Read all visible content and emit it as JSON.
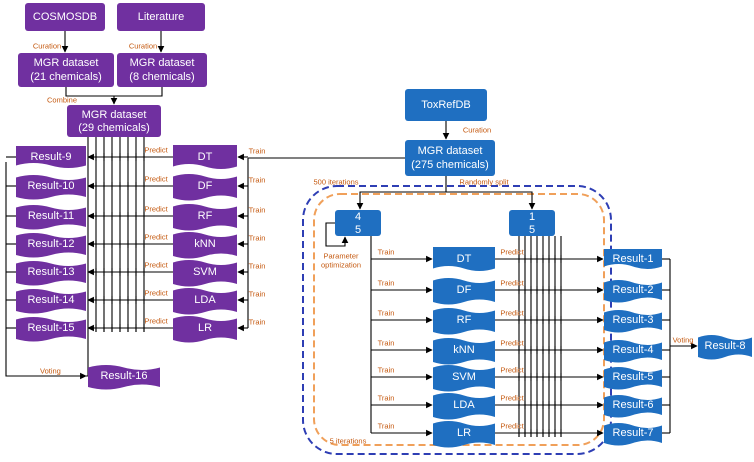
{
  "colors": {
    "purple": "#7030a0",
    "blue": "#1f6fc1",
    "edge_label": "#c55a11",
    "outer_loop": "#2e3eb4",
    "inner_loop": "#f0a05a",
    "line": "#000000"
  },
  "left": {
    "sources": [
      "COSMOSDB",
      "Literature"
    ],
    "curation": "Curation",
    "mgr21": [
      "MGR dataset",
      "(21 chemicals)"
    ],
    "mgr8": [
      "MGR dataset",
      "(8 chemicals)"
    ],
    "combine": "Combine",
    "mgr29": [
      "MGR dataset",
      "(29 chemicals)"
    ],
    "models": [
      "DT",
      "DF",
      "RF",
      "kNN",
      "SVM",
      "LDA",
      "LR"
    ],
    "results": [
      "Result-9",
      "Result-10",
      "Result-11",
      "Result-12",
      "Result-13",
      "Result-14",
      "Result-15"
    ],
    "predict": "Predict",
    "train": "Train",
    "voting": "Voting",
    "result16": "Result-16"
  },
  "right": {
    "source": "ToxRefDB",
    "curation": "Curation",
    "mgr275": [
      "MGR dataset",
      "(275 chemicals)"
    ],
    "iter500": "500 iterations",
    "randomly_split": "Randomly split",
    "frac_train": {
      "num": "4",
      "den": "5"
    },
    "frac_test": {
      "num": "1",
      "den": "5"
    },
    "param_opt": [
      "Parameter",
      "optimization"
    ],
    "models": [
      "DT",
      "DF",
      "RF",
      "kNN",
      "SVM",
      "LDA",
      "LR"
    ],
    "results": [
      "Result-1",
      "Result-2",
      "Result-3",
      "Result-4",
      "Result-5",
      "Result-6",
      "Result-7"
    ],
    "train": "Train",
    "predict": "Predict",
    "voting": "Voting",
    "result8": "Result-8",
    "iter5": "5 iterations"
  }
}
